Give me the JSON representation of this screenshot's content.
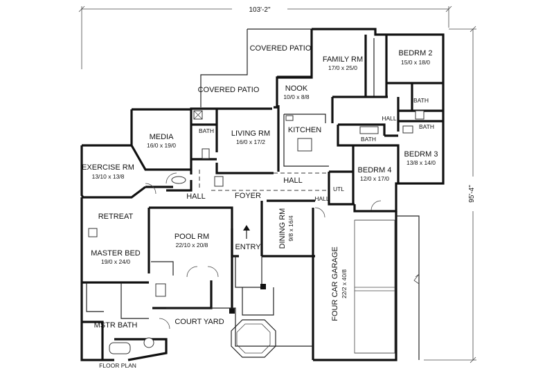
{
  "overall": {
    "width": "103'-2\"",
    "depth": "95'-4\""
  },
  "rooms": {
    "covered_patio_1": {
      "name": "COVERED PATIO"
    },
    "covered_patio_2": {
      "name": "COVERED PATIO"
    },
    "family": {
      "name": "FAMILY RM",
      "size": "17/0 x 25/0"
    },
    "bedrm2": {
      "name": "BEDRM 2",
      "size": "15/0 x 18/0"
    },
    "nook": {
      "name": "NOOK",
      "size": "10/0 x 8/8"
    },
    "kitchen": {
      "name": "KITCHEN"
    },
    "media": {
      "name": "MEDIA",
      "size": "16/0 x 19/0"
    },
    "living": {
      "name": "LIVING RM",
      "size": "16/0 x 17/2"
    },
    "bath_a": {
      "name": "BATH"
    },
    "bath_b": {
      "name": "BATH"
    },
    "bath_c": {
      "name": "BATH"
    },
    "bath_d": {
      "name": "BATH"
    },
    "hall_a": {
      "name": "HALL"
    },
    "hall_b": {
      "name": "HALL"
    },
    "hall_c": {
      "name": "HALL"
    },
    "hall_d": {
      "name": "HALL"
    },
    "bedrm3": {
      "name": "BEDRM 3",
      "size": "13/8 x 14/0"
    },
    "bedrm4": {
      "name": "BEDRM 4",
      "size": "12/0 x 17/0"
    },
    "utl": {
      "name": "UTL"
    },
    "exercise": {
      "name": "EXERCISE RM",
      "size": "13/10 x 13/8"
    },
    "foyer": {
      "name": "FOYER"
    },
    "retreat": {
      "name": "RETREAT"
    },
    "pool": {
      "name": "POOL RM",
      "size": "22/10 x 20/8"
    },
    "dining": {
      "name": "DINING RM",
      "size": "9/8 x 16/4"
    },
    "entry": {
      "name": "ENTRY"
    },
    "master_bed": {
      "name": "MASTER BED",
      "size": "19/0 x 24/0"
    },
    "garage": {
      "name": "FOUR CAR GARAGE",
      "size": "22/2 x 40/8"
    },
    "mstr_bath": {
      "name": "MSTR BATH"
    },
    "court_yard": {
      "name": "COURT YARD"
    }
  },
  "footer": "FLOOR PLAN"
}
